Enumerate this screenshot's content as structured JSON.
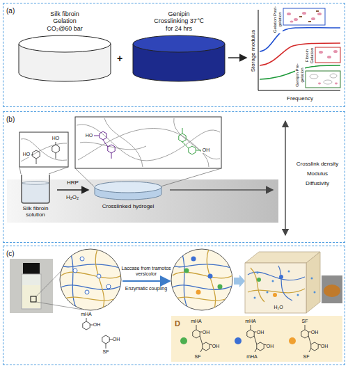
{
  "diagram": {
    "nodes": [
      {
        "text": [
          "(a)"
        ]
      },
      {
        "text": [
          "Silk fibroin Gelation CO₂@60 bar"
        ],
        "in": 0
      },
      {
        "text": [
          "Genipin Crosslinking 37℃ for 24 hrs"
        ],
        "in": 0
      },
      {
        "text": [
          "Storage modulus",
          "Frequency"
        ],
        "in": 0
      },
      {
        "text": [
          "(b)"
        ]
      },
      {
        "text": [
          "Silk fibroin solution"
        ],
        "in": 4
      },
      {
        "text": [
          "Crosslinked hydrogel"
        ],
        "in": 4
      },
      {
        "text": [
          "(c)"
        ]
      },
      {
        "text": [
          "D"
        ],
        "in": 7
      }
    ],
    "edges": [
      {
        "from": 2,
        "to": 3,
        "arrow": "to"
      },
      {
        "from": 5,
        "to": 6,
        "label": "HRP",
        "arrow": "to"
      }
    ],
    "labels": [
      "+",
      "Gelation Post-gelation",
      "Fibroin Gelation",
      "Genipin Pre-gelation",
      "H₂O₂",
      "Crosslink density",
      "Modulus",
      "Diffusivity",
      "HO",
      "HO",
      "HO",
      "OH",
      "Laccase from tramotos versicolor",
      "Enzymatic coupling",
      "H₂O",
      "mHA",
      "OH",
      "OH",
      "SF",
      "mHA",
      "OH",
      "OH",
      "SF",
      "mHA",
      "OH",
      "OH",
      "mHA",
      "SF",
      "OH",
      "OH",
      "SF"
    ]
  }
}
